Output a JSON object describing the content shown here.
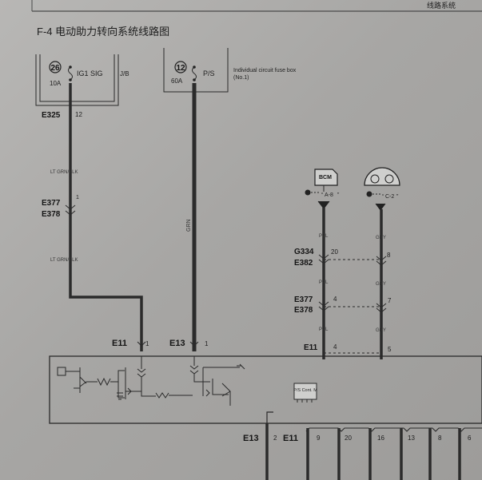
{
  "header": {
    "figure_title": "F-4 电动助力转向系统线路图",
    "corner_title": "线路系统"
  },
  "fuses": [
    {
      "number": "26",
      "name": "IG1 SIG",
      "rating": "10A",
      "box": "J/B"
    },
    {
      "number": "12",
      "name": "P/S",
      "rating": "60A",
      "box": "Individual circuit fuse box (No.1)"
    }
  ],
  "connectors": {
    "e325": {
      "name": "E325",
      "pin": "12"
    },
    "e377_left": {
      "name": "E377",
      "pin": "1"
    },
    "e378_left": {
      "name": "E378"
    },
    "e11_left": {
      "name": "E11",
      "pin": "1"
    },
    "e13_top": {
      "name": "E13",
      "pin": "1"
    },
    "g334": {
      "name": "G334",
      "pin_a": "20",
      "pin_b": "8"
    },
    "e382": {
      "name": "E382"
    },
    "e377_right": {
      "name": "E377",
      "pin_a": "4",
      "pin_b": "7"
    },
    "e378_right": {
      "name": "E378"
    },
    "e11_right": {
      "name": "E11",
      "pin_a": "4",
      "pin_b": "5"
    },
    "e13_bottom": {
      "name": "E13",
      "pin": "2"
    },
    "e11_bottom": {
      "name": "E11",
      "pins": [
        "9",
        "20",
        "16",
        "13",
        "8",
        "6"
      ]
    }
  },
  "wires": {
    "lt_grn_blk": "LT GRN/BLK",
    "grn": "GRN",
    "ppl": "PPL",
    "gry": "GRY"
  },
  "modules": {
    "bcm": {
      "name": "BCM",
      "connector": "A-8"
    },
    "meter": {
      "connector": "C-2"
    },
    "ps_unit": "P/S Cont. M"
  },
  "colors": {
    "wire": "#2b2b2b",
    "paper": "#aeadab"
  }
}
